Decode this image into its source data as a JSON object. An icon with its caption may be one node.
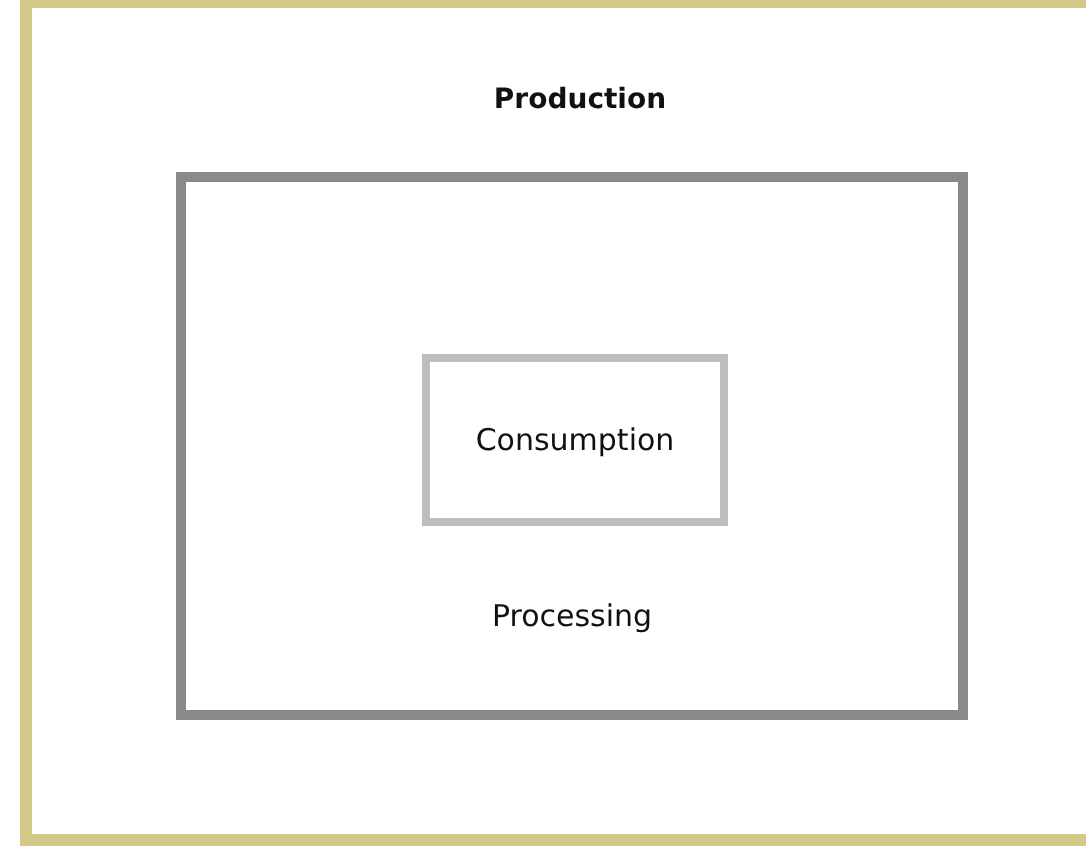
{
  "diagram": {
    "nodes": [
      {
        "text": [
          "Production"
        ]
      },
      {
        "text": [
          "Processing"
        ],
        "in": 0
      },
      {
        "text": [
          "Consumption"
        ],
        "in": 1
      }
    ]
  }
}
